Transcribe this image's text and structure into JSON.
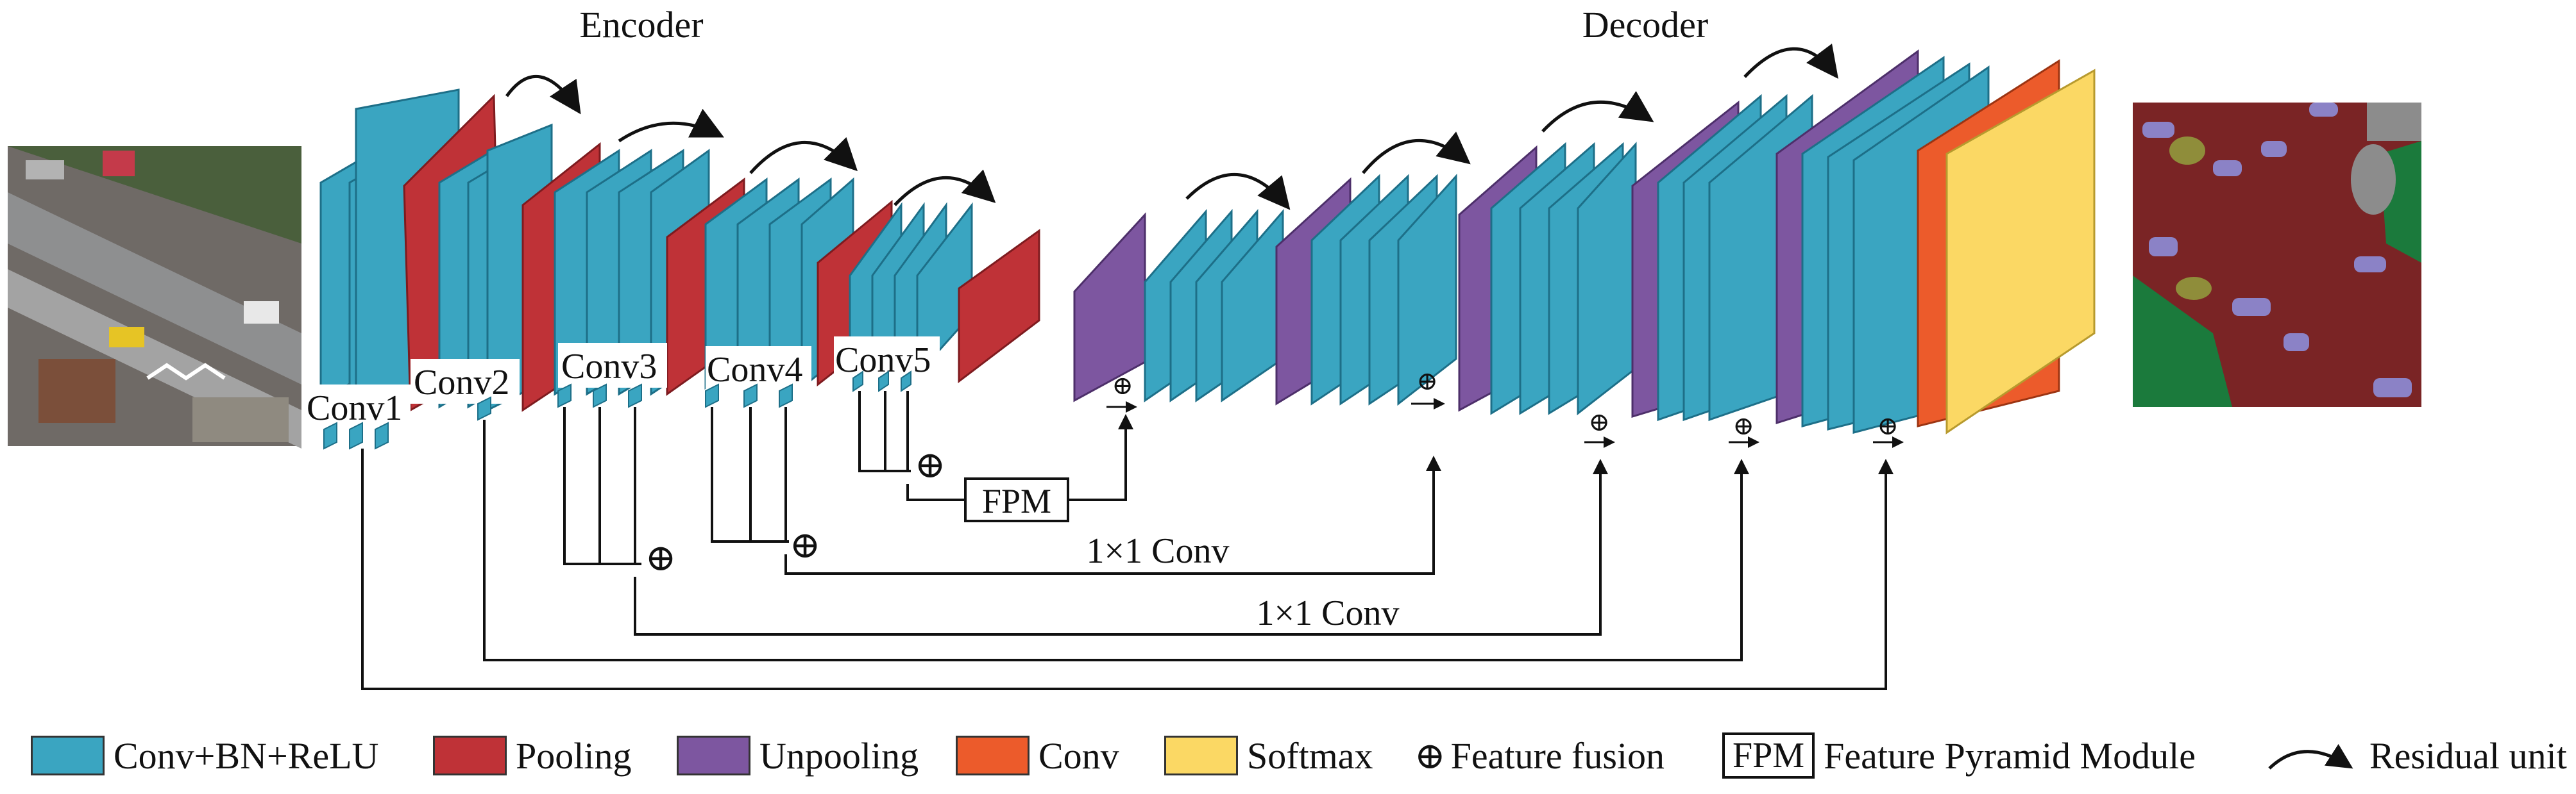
{
  "sections": {
    "encoder": "Encoder",
    "decoder": "Decoder"
  },
  "stages": {
    "conv1": "Conv1",
    "conv2": "Conv2",
    "conv3": "Conv3",
    "conv4": "Conv4",
    "conv5": "Conv5"
  },
  "connections": {
    "fpm": "FPM",
    "conv1x1_upper": "1×1 Conv",
    "conv1x1_lower": "1×1 Conv"
  },
  "images": {
    "input": "aerial-input-image",
    "output": "segmentation-output-map"
  },
  "legend": {
    "conv_bn_relu": "Conv+BN+ReLU",
    "pooling": "Pooling",
    "unpooling": "Unpooling",
    "conv": "Conv",
    "softmax": "Softmax",
    "feature_fusion": "Feature fusion",
    "fpm_box": "FPM",
    "fpm_desc": "Feature Pyramid Module",
    "residual_unit": "Residual unit"
  },
  "colors": {
    "conv_bn_relu": "#3aa5c1",
    "pooling": "#bf3237",
    "unpooling": "#7d56a0",
    "conv": "#ec5b2b",
    "softmax": "#fbd864"
  },
  "icons": {
    "fusion": "circled-plus-icon",
    "residual": "curved-arrow-icon"
  }
}
